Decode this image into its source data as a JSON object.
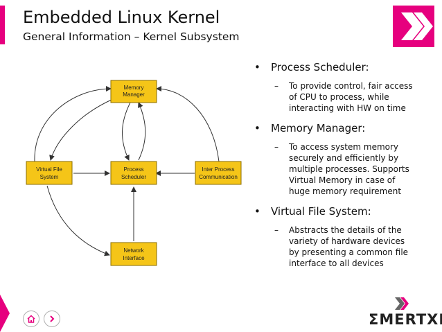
{
  "slide": {
    "title": "Embedded Linux Kernel",
    "subtitle": "General Information – Kernel Subsystem"
  },
  "diagram": {
    "boxes": {
      "memory_manager": [
        "Memory",
        "Manager"
      ],
      "virtual_file_system": [
        "Virtual File",
        "System"
      ],
      "process_scheduler": [
        "Process",
        "Scheduler"
      ],
      "ipc": [
        "Inter Process",
        "Communication"
      ],
      "network_interface": [
        "Network",
        "Interface"
      ]
    },
    "colors": {
      "box_fill": "#f5c518",
      "box_stroke": "#8a6d00",
      "arrow": "#333333"
    }
  },
  "bullets": [
    {
      "heading": "Process Scheduler:",
      "detail": [
        "To provide control, fair access",
        "of CPU to process, while",
        "interacting with HW on time"
      ]
    },
    {
      "heading": "Memory Manager:",
      "detail": [
        "To access system memory",
        "securely and efficiently by",
        "multiple processes. Supports",
        "Virtual Memory in case of",
        "huge memory requirement"
      ]
    },
    {
      "heading": "Virtual File System:",
      "detail": [
        "Abstracts the details of the",
        "variety of hardware devices",
        "by presenting a common file",
        "interface to all devices"
      ]
    }
  ],
  "markers": {
    "bullet": "•",
    "dash": "–"
  },
  "footer": {
    "brand_text": "MERTXE",
    "brand_prefix": "Σ"
  },
  "colors": {
    "accent": "#e6007e",
    "nav_icon": "#e6007e"
  },
  "icons": [
    "home-icon",
    "chevron-right-icon",
    "emertxe-logo-mark"
  ]
}
